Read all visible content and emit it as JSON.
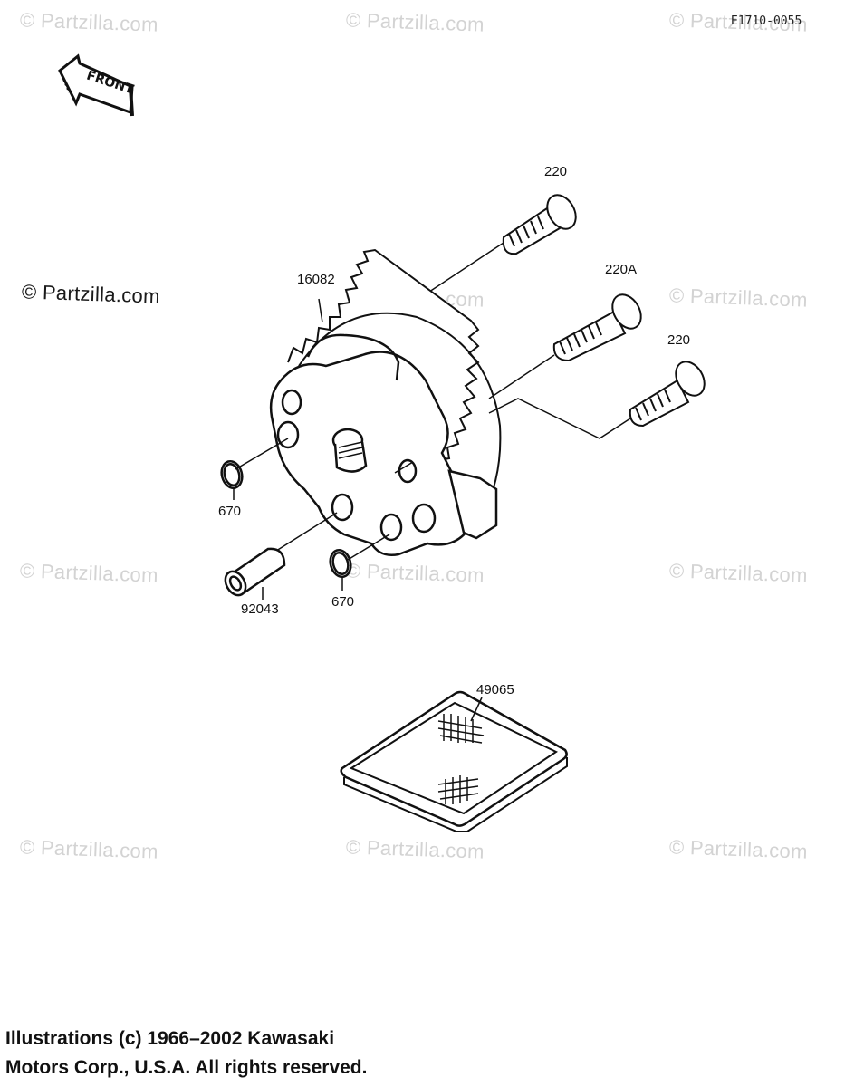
{
  "diagram_code": "E1710-0055",
  "front_label": "FRONT",
  "watermarks": [
    "© Partzilla.com",
    "© Partzilla.com",
    "© Partzilla.com",
    "© Partzilla.com",
    "© Partzilla.com",
    "© Partzilla.com",
    "© Partzilla.com",
    "© Partzilla.com",
    "© Partzilla.com",
    "© Partzilla.com",
    "© Partzilla.com",
    "© Partzilla.com"
  ],
  "parts": {
    "bolt_top": "220",
    "bolt_middle": "220A",
    "bolt_lower": "220",
    "pump_assy": "16082",
    "oring_left": "670",
    "oring_bottom": "670",
    "dowel_pin": "92043",
    "gasket": "49065"
  },
  "copyright": {
    "line1": "Illustrations (c) 1966–2002 Kawasaki",
    "line2": "Motors Corp., U.S.A.  All rights reserved."
  }
}
